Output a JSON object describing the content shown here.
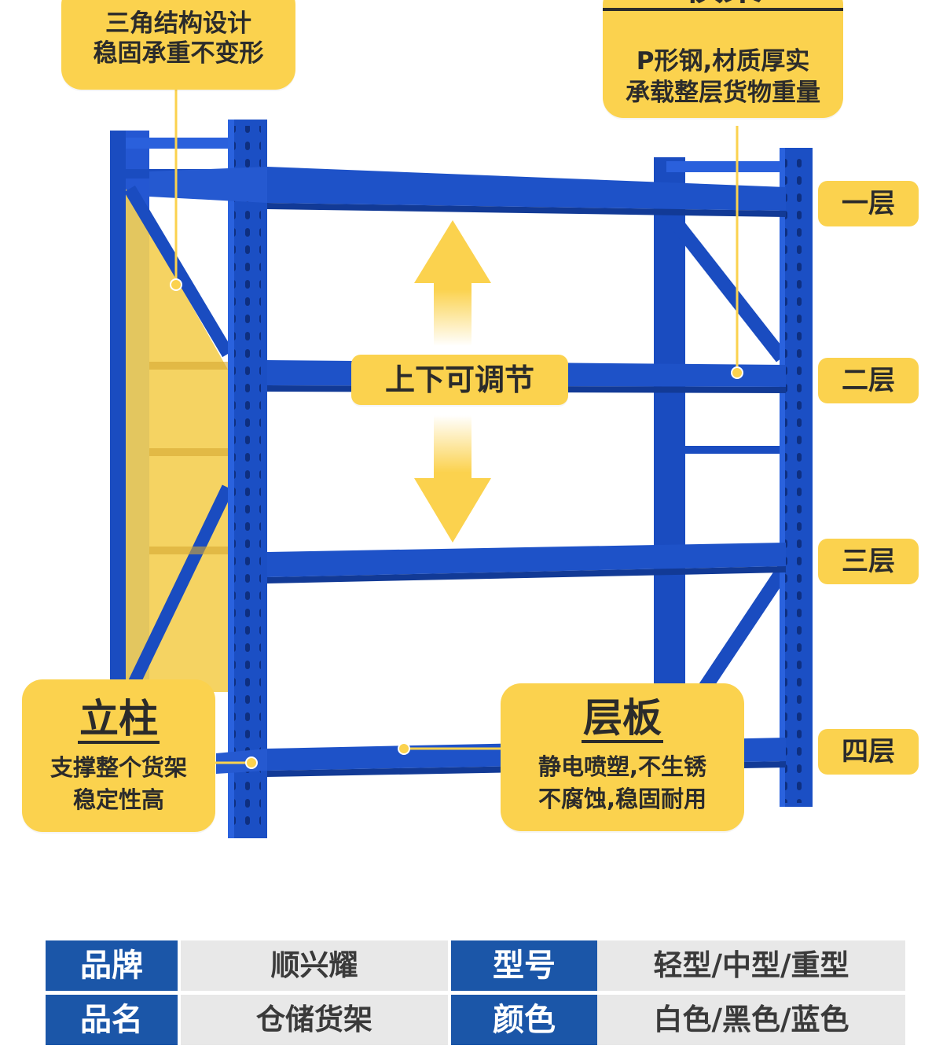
{
  "callouts": {
    "triangle": {
      "line1": "三角结构设计",
      "line2": "稳固承重不变形"
    },
    "beam": {
      "title": "横梁",
      "line1": "P形钢,材质厚实",
      "line2": "承载整层货物重量"
    },
    "column": {
      "title": "立柱",
      "line1": "支撑整个货架",
      "line2": "稳定性高"
    },
    "shelf": {
      "title": "层板",
      "line1": "静电喷塑,不生锈",
      "line2": "不腐蚀,稳固耐用"
    },
    "adjust": {
      "label": "上下可调节"
    }
  },
  "tiers": [
    "一层",
    "二层",
    "三层",
    "四层"
  ],
  "spec_table": {
    "rows": [
      {
        "label1": "品牌",
        "value1": "顺兴耀",
        "label2": "型号",
        "value2": "轻型/中型/重型"
      },
      {
        "label1": "品名",
        "value1": "仓储货架",
        "label2": "颜色",
        "value2": "白色/黑色/蓝色"
      }
    ]
  },
  "colors": {
    "rack_blue": "#1b4fc4",
    "rack_blue_dark": "#123a96",
    "callout_yellow": "#fbd24e",
    "table_header_blue": "#1b56a8",
    "table_cell_gray": "#e8e8e8"
  }
}
